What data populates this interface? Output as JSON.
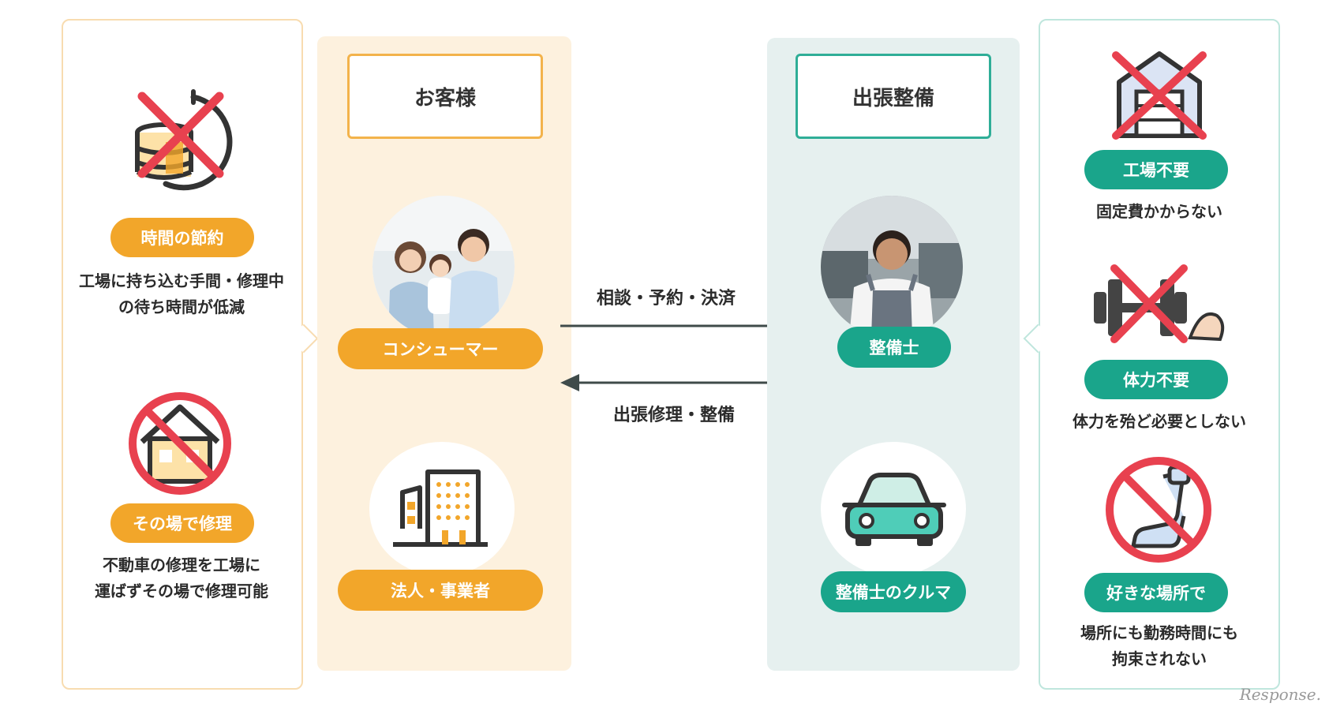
{
  "customer": {
    "title": "お客様",
    "consumer_label": "コンシューマー",
    "business_label": "法人・事業者"
  },
  "mechanic": {
    "title": "出張整備",
    "mechanic_label": "整備士",
    "car_label": "整備士のクルマ"
  },
  "flow": {
    "to_mechanic": "相談・予約・決済",
    "to_customer": "出張修理・整備"
  },
  "customer_benefits": [
    {
      "icon": "time-money-crossed-icon",
      "label": "時間の節約",
      "desc_line1": "工場に持ち込む手間・修理中",
      "desc_line2": "の待ち時間が低減"
    },
    {
      "icon": "house-prohibited-icon",
      "label": "その場で修理",
      "desc_line1": "不動車の修理を工場に",
      "desc_line2": "運ばずその場で修理可能"
    }
  ],
  "mechanic_benefits": [
    {
      "icon": "garage-crossed-icon",
      "label": "工場不要",
      "desc_line1": "固定費かからない"
    },
    {
      "icon": "dumbbell-crossed-icon",
      "label": "体力不要",
      "desc_line1": "体力を殆ど必要としない"
    },
    {
      "icon": "seat-prohibited-icon",
      "label": "好きな場所で",
      "desc_line1": "場所にも勤務時間にも",
      "desc_line2": "拘束されない"
    }
  ],
  "colors": {
    "orange": "#f2a62a",
    "green": "#1aa58b",
    "cross_red": "#e8414f",
    "panel_orange": "#fdf1de",
    "panel_green": "#e6f0ef"
  },
  "watermark": "Response."
}
